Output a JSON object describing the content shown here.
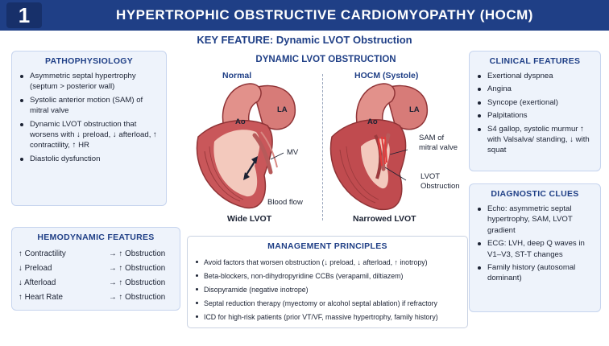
{
  "header": {
    "number": "1",
    "title": "HYPERTROPHIC OBSTRUCTIVE CARDIOMYOPATHY (HOCM)"
  },
  "key_feature": "KEY FEATURE: Dynamic LVOT Obstruction",
  "pathophysiology": {
    "title": "PATHOPHYSIOLOGY",
    "items": [
      "Asymmetric septal hypertrophy (septum > posterior wall)",
      "Systolic anterior motion (SAM) of mitral valve",
      "Dynamic LVOT obstruction that worsens with ↓ preload, ↓ afterload, ↑ contractility, ↑ HR",
      "Diastolic dysfunction"
    ]
  },
  "hemodynamic": {
    "title": "HEMODYNAMIC FEATURES",
    "rows": [
      {
        "param": "↑  Contractility",
        "result": "→ ↑  Obstruction"
      },
      {
        "param": "↓  Preload",
        "result": "→ ↑  Obstruction"
      },
      {
        "param": "↓  Afterload",
        "result": "→ ↑  Obstruction"
      },
      {
        "param": "↑  Heart Rate",
        "result": "→ ↑  Obstruction"
      }
    ]
  },
  "diagram": {
    "title": "DYNAMIC LVOT OBSTRUCTION",
    "normal": {
      "label": "Normal",
      "ao": "Ao",
      "la": "LA",
      "mv": "MV",
      "flow": "Blood flow",
      "caption": "Wide LVOT"
    },
    "hocm": {
      "label": "HOCM (Systole)",
      "ao": "Ao",
      "la": "LA",
      "sam": "SAM of mitral valve",
      "lvot": "LVOT Obstruction",
      "caption": "Narrowed LVOT"
    }
  },
  "management": {
    "title": "MANAGEMENT PRINCIPLES",
    "items": [
      "Avoid factors that worsen obstruction (↓ preload, ↓ afterload, ↑ inotropy)",
      "Beta-blockers, non-dihydropyridine CCBs (verapamil, diltiazem)",
      "Disopyramide (negative inotrope)",
      "Septal reduction therapy (myectomy or alcohol septal ablation) if refractory",
      "ICD for high-risk patients (prior VT/VF, massive hypertrophy, family history)"
    ]
  },
  "clinical": {
    "title": "CLINICAL FEATURES",
    "items": [
      "Exertional dyspnea",
      "Angina",
      "Syncope (exertional)",
      "Palpitations",
      "S4 gallop, systolic murmur ↑ with Valsalva/ standing, ↓ with squat"
    ]
  },
  "diagnostic": {
    "title": "DIAGNOSTIC CLUES",
    "items": [
      "Echo: asymmetric septal hypertrophy, SAM, LVOT gradient",
      "ECG: LVH, deep Q waves in V1–V3, ST-T changes",
      "Family history (autosomal dominant)"
    ]
  },
  "colors": {
    "header": "#1f3f86",
    "accent": "#1f3f86",
    "panel": "#eef3fb",
    "muscle": "#c9575a",
    "muscle_dark": "#9c3a3d",
    "chamber": "#f3c9bd"
  }
}
